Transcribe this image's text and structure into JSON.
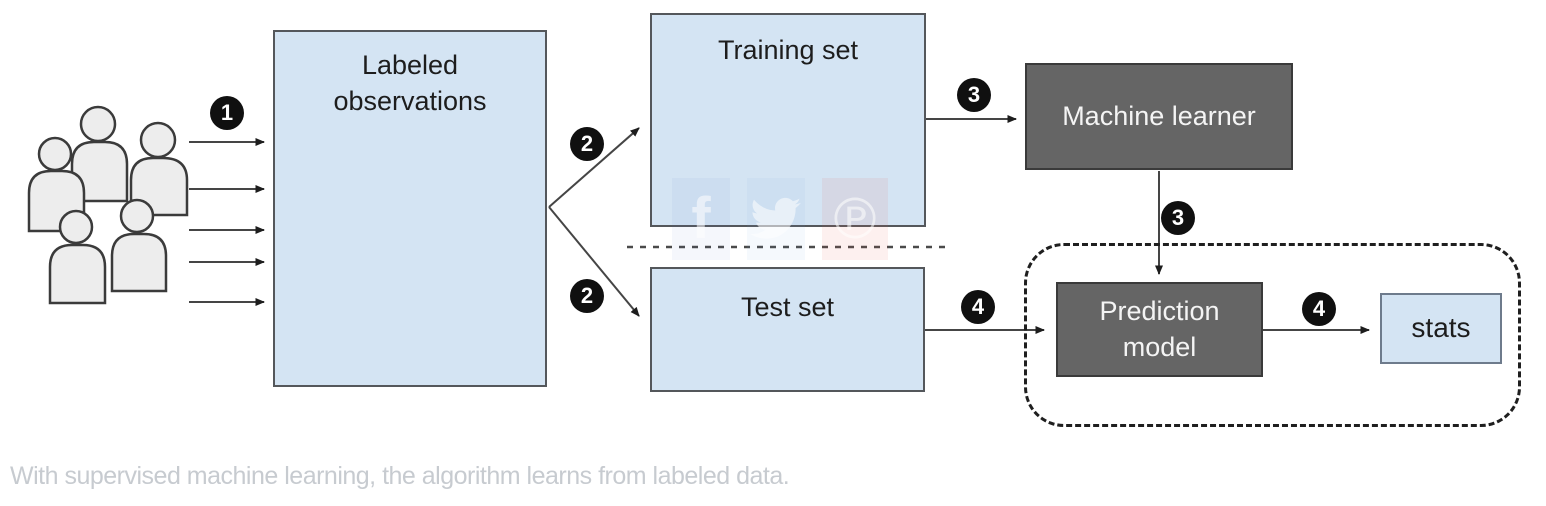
{
  "diagram": {
    "title_context": "supervised machine learning workflow",
    "nodes": {
      "labeled_observations": {
        "label": "Labeled observations",
        "style": "light-blue"
      },
      "training_set": {
        "label": "Training set",
        "style": "light-blue"
      },
      "test_set": {
        "label": "Test set",
        "style": "light-blue"
      },
      "machine_learner": {
        "label": "Machine learner",
        "style": "dark-gray"
      },
      "prediction_model": {
        "label": "Prediction model",
        "style": "dark-gray"
      },
      "stats": {
        "label": "stats",
        "style": "light-blue"
      }
    },
    "badges": [
      {
        "step": "1",
        "meaning": "people provide labeled observations"
      },
      {
        "step": "2",
        "meaning": "split to training set"
      },
      {
        "step": "2",
        "meaning": "split to test set"
      },
      {
        "step": "3",
        "meaning": "training set to machine learner"
      },
      {
        "step": "3",
        "meaning": "machine learner to prediction model"
      },
      {
        "step": "4",
        "meaning": "test set to prediction model"
      },
      {
        "step": "4",
        "meaning": "prediction model to stats"
      }
    ],
    "icons": {
      "users_group": "five person silhouettes",
      "facebook_glyph": "f",
      "twitter_glyph": "bird",
      "pinterest_glyph": "℗"
    },
    "colors": {
      "node_blue": "#d4e4f3",
      "node_dark": "#656565",
      "badge_black": "#101010",
      "line_gray": "#454545",
      "caption_gray": "#c7cbd0"
    }
  },
  "caption": {
    "text": "With supervised machine learning, the algorithm learns from labeled data."
  }
}
